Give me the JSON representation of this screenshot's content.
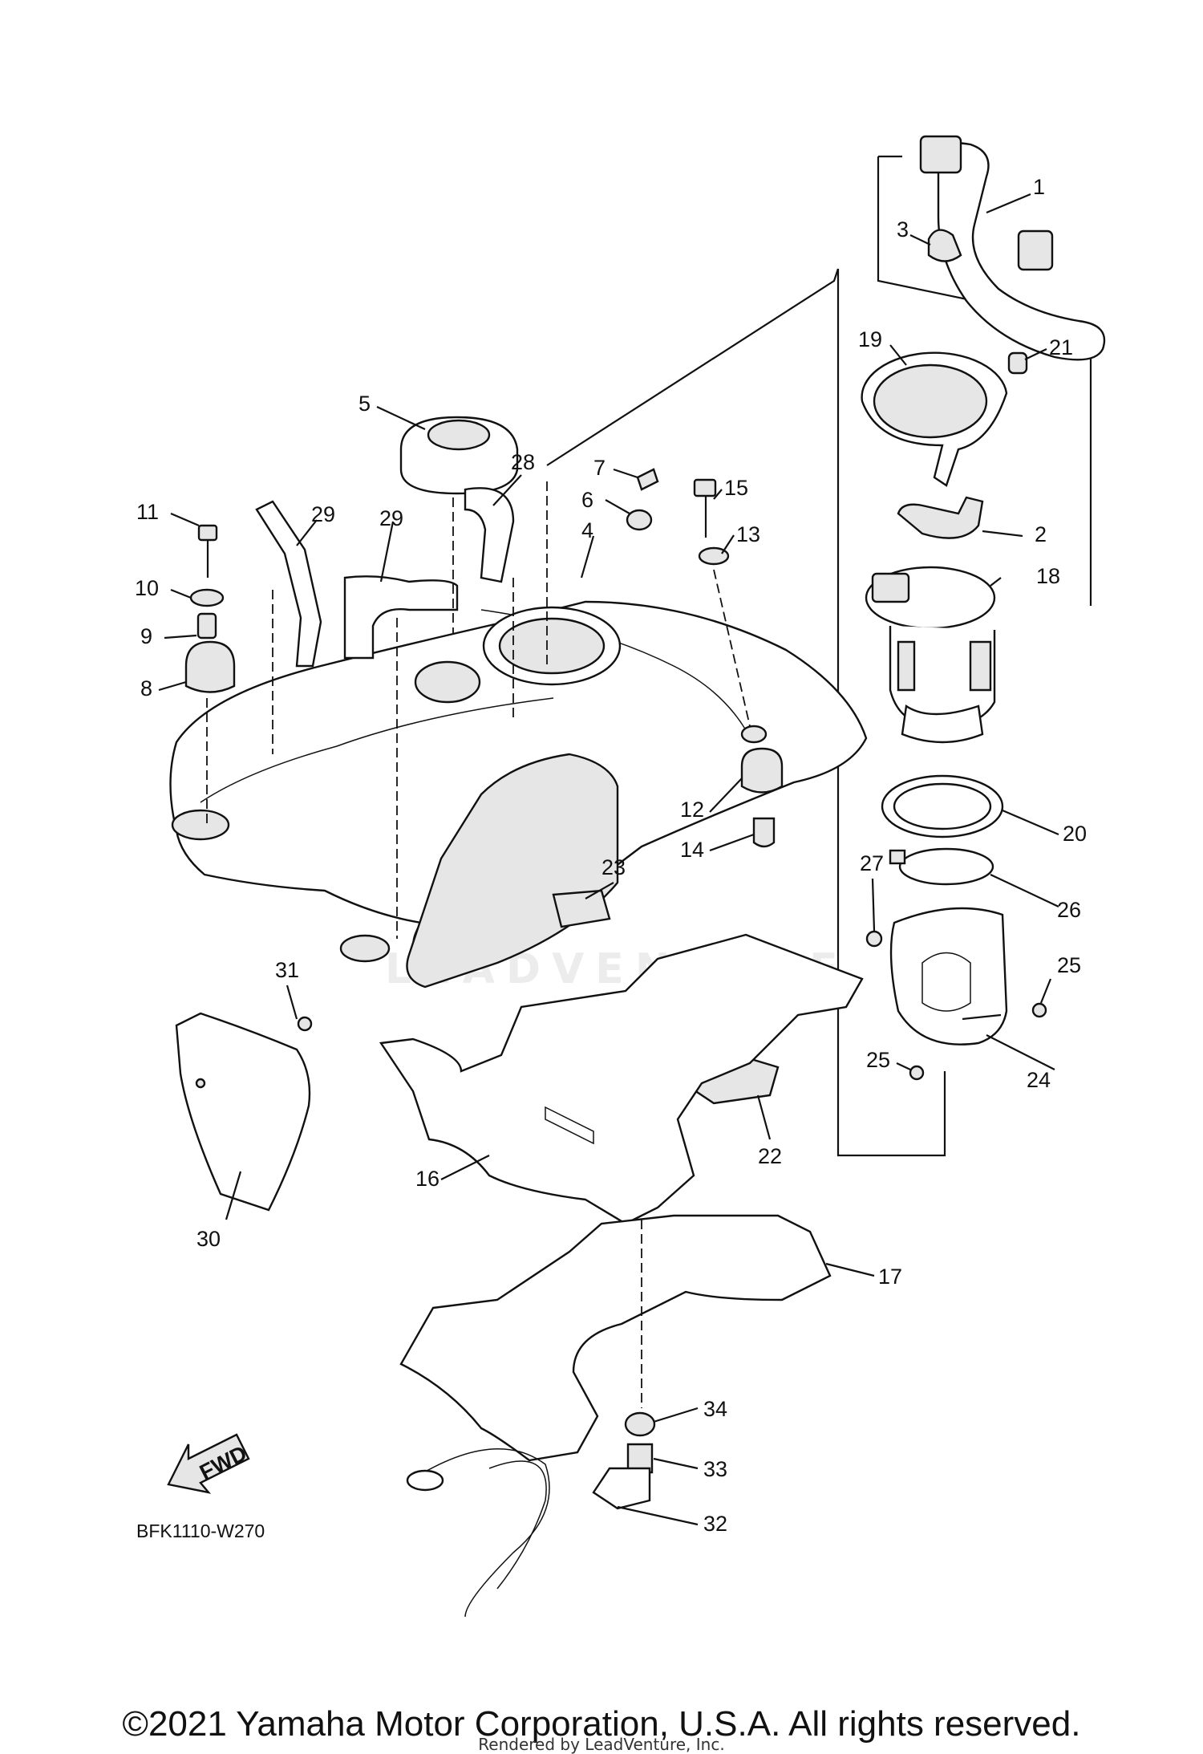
{
  "diagram": {
    "drawing_code": "BFK1110-W270",
    "fwd_label": "FWD",
    "watermark": "LEADVENTURE",
    "copyright": "©2021 Yamaha Motor Corporation, U.S.A. All rights reserved.",
    "rendered_by": "Rendered by LeadVenture, Inc.",
    "callouts": [
      "1",
      "2",
      "3",
      "4",
      "5",
      "6",
      "7",
      "8",
      "9",
      "10",
      "11",
      "12",
      "13",
      "14",
      "15",
      "16",
      "17",
      "18",
      "19",
      "20",
      "21",
      "22",
      "23",
      "24",
      "25",
      "25",
      "26",
      "27",
      "28",
      "29",
      "29",
      "30",
      "31",
      "32",
      "33",
      "34"
    ]
  }
}
